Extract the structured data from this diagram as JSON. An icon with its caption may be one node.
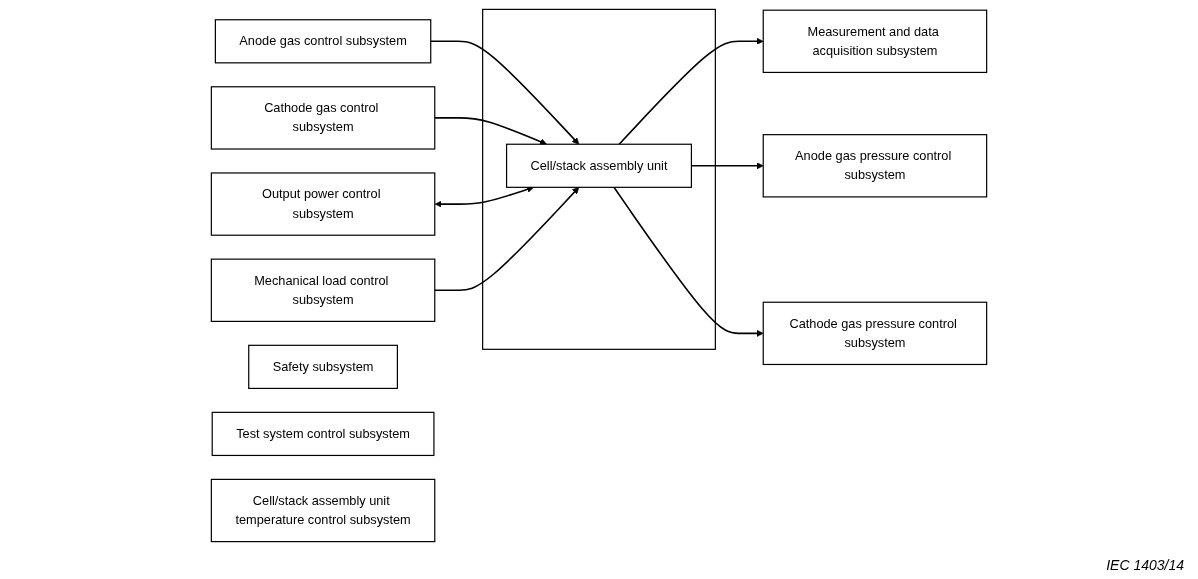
{
  "diagram": {
    "nodes": [
      {
        "text": [
          "Measurement and data acquisition subsystem"
        ]
      },
      {
        "text": [
          "Output power control subsystem"
        ]
      },
      {
        "text": [
          "Mechanical load control subsystem"
        ]
      },
      {
        "text": [],
        "shape": "box"
      },
      {
        "text": [
          "Anode gas control subsystem"
        ]
      },
      {
        "text": [
          "Cell/stack assembly unit"
        ],
        "in": 3
      },
      {
        "text": [
          "Anode gas pressure control subsystem"
        ]
      },
      {
        "text": [
          "Cathode gas control subsystem"
        ]
      },
      {
        "text": [
          "Cathode gas pressure control subsystem"
        ]
      },
      {
        "text": [
          "Safety subsystem"
        ]
      },
      {
        "text": [
          "Test system control subsystem"
        ]
      },
      {
        "text": [
          "Cell/stack assembly unit temperature control subsystem"
        ]
      }
    ],
    "edges": [
      {
        "from": 4,
        "to": 5,
        "arrow": "to"
      },
      {
        "from": 7,
        "to": 5,
        "arrow": "to"
      },
      {
        "from": 5,
        "to": 0,
        "arrow": "to"
      },
      {
        "from": 1,
        "to": 5,
        "arrow": "both"
      },
      {
        "from": 2,
        "to": 5,
        "arrow": "to"
      },
      {
        "from": 5,
        "to": 6,
        "arrow": "to"
      },
      {
        "from": 5,
        "to": 8,
        "arrow": "to"
      }
    ],
    "labels": [
      "IEC 1403/14"
    ]
  }
}
